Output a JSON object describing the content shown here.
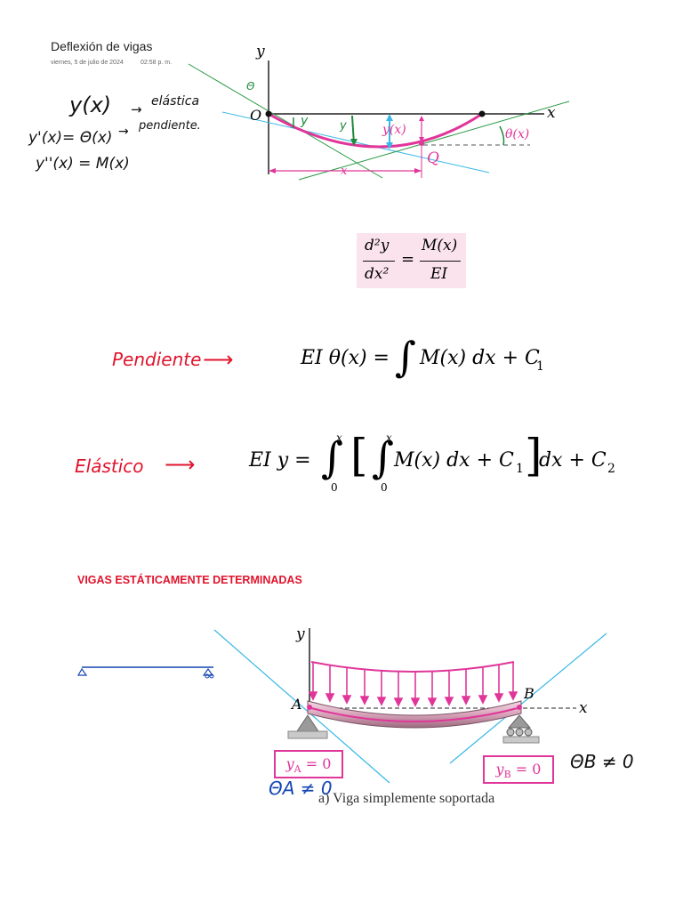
{
  "note": {
    "title": "Deflexión de vigas",
    "date": "viernes, 5 de julio de 2024",
    "time": "02:58 p. m."
  },
  "handwriting": {
    "line1_lhs": "y(x)",
    "line1_rhs": "elástica",
    "line2_lhs": "y'(x)= Θ(x)",
    "line2_rhs": "pendiente.",
    "line3": "y''(x) = M(x)",
    "theta_small": "Θ",
    "pendiente_label": "Pendiente",
    "elastico_label": "Elástico",
    "theta_a": "ΘA ≠ 0",
    "theta_b": "ΘB ≠ 0"
  },
  "figure1": {
    "axis_y": "y",
    "axis_x": "x",
    "origin": "O",
    "point_q": "Q",
    "label_y": "y",
    "label_y_green": "y",
    "label_yx": "y(x)",
    "label_theta": "θ(x)",
    "label_x": "x"
  },
  "equations": {
    "eq1_num_lhs": "d²y",
    "eq1_den_lhs": "dx²",
    "eq1_num_rhs": "M(x)",
    "eq1_den_rhs": "EI",
    "eq2_lhs": "EI θ(x) =",
    "eq2_rhs": "M(x) dx + C",
    "eq2_sub": "1",
    "eq3_lhs": "EI y =",
    "eq3_upper1": "x",
    "eq3_lower1": "0",
    "eq3_upper2": "x",
    "eq3_lower2": "0",
    "eq3_inner": "M(x) dx + C",
    "eq3_inner_sub": "1",
    "eq3_outer": "dx + C",
    "eq3_outer_sub": "2"
  },
  "section": {
    "heading": "VIGAS ESTÁTICAMENTE DETERMINADAS"
  },
  "figure2": {
    "axis_y": "y",
    "axis_x": "x",
    "point_a": "A",
    "point_b": "B",
    "ya_label": "y",
    "ya_sub": "A",
    "ya_value": " = 0",
    "yb_label": "y",
    "yb_sub": "B",
    "yb_value": " = 0",
    "caption": "a) Viga simplemente soportada"
  },
  "colors": {
    "magenta": "#e0369a",
    "red_ink": "#e0142c",
    "blue_ink": "#1446b4",
    "green_ink": "#1e8a3c",
    "cyan": "#38b8e6",
    "formula_bg": "#fbe3ee"
  }
}
